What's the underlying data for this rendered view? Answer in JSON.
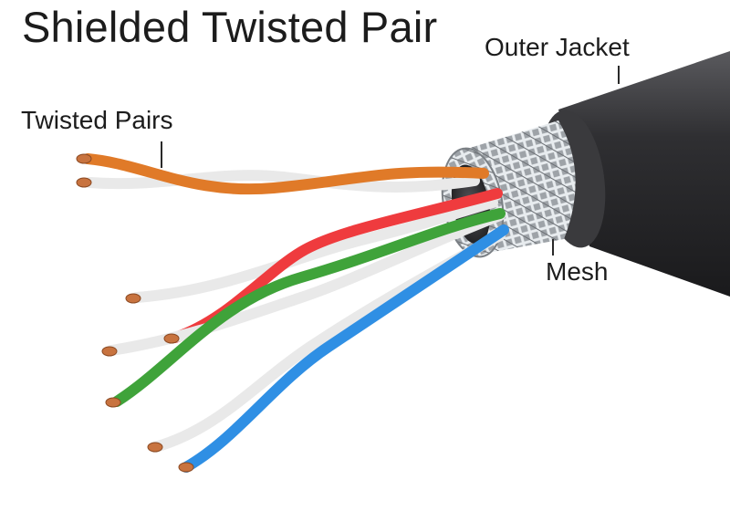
{
  "title": "Shielded Twisted Pair",
  "labels": {
    "outer_jacket": "Outer Jacket",
    "twisted_pairs": "Twisted Pairs",
    "mesh": "Mesh"
  },
  "colors": {
    "jacket": "#2b2b2d",
    "mesh": "#b7bcc0",
    "orange": "#e07a28",
    "red": "#ef3b3e",
    "green": "#3fa33a",
    "blue": "#2f8fe4",
    "white_wire": "#ececec",
    "copper": "#c8733f"
  }
}
